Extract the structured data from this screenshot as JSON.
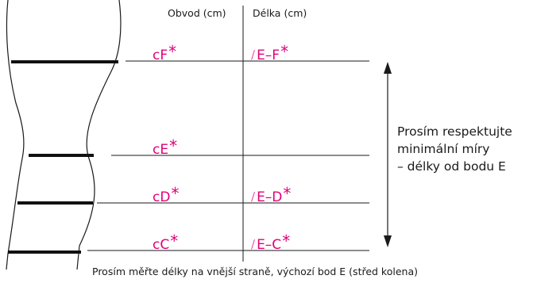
{
  "headers": {
    "circumference": "Obvod (cm)",
    "length": "Délka (cm)"
  },
  "circumference_labels": {
    "cF": "cF",
    "cE": "cE",
    "cD": "cD",
    "cC": "cC"
  },
  "length_labels": {
    "EF": "E–F",
    "ED": "E–D",
    "EC": "E–C"
  },
  "asterisk": "*",
  "note": {
    "line1": "Prosím respektujte",
    "line2": "minimální míry",
    "line3": "– délky od bodu E"
  },
  "footer": "Prosím měřte délky na vnější straně, výchozí bod E (střed kolena)",
  "colors": {
    "accent": "#e0007a",
    "line": "#1a1a1a"
  }
}
